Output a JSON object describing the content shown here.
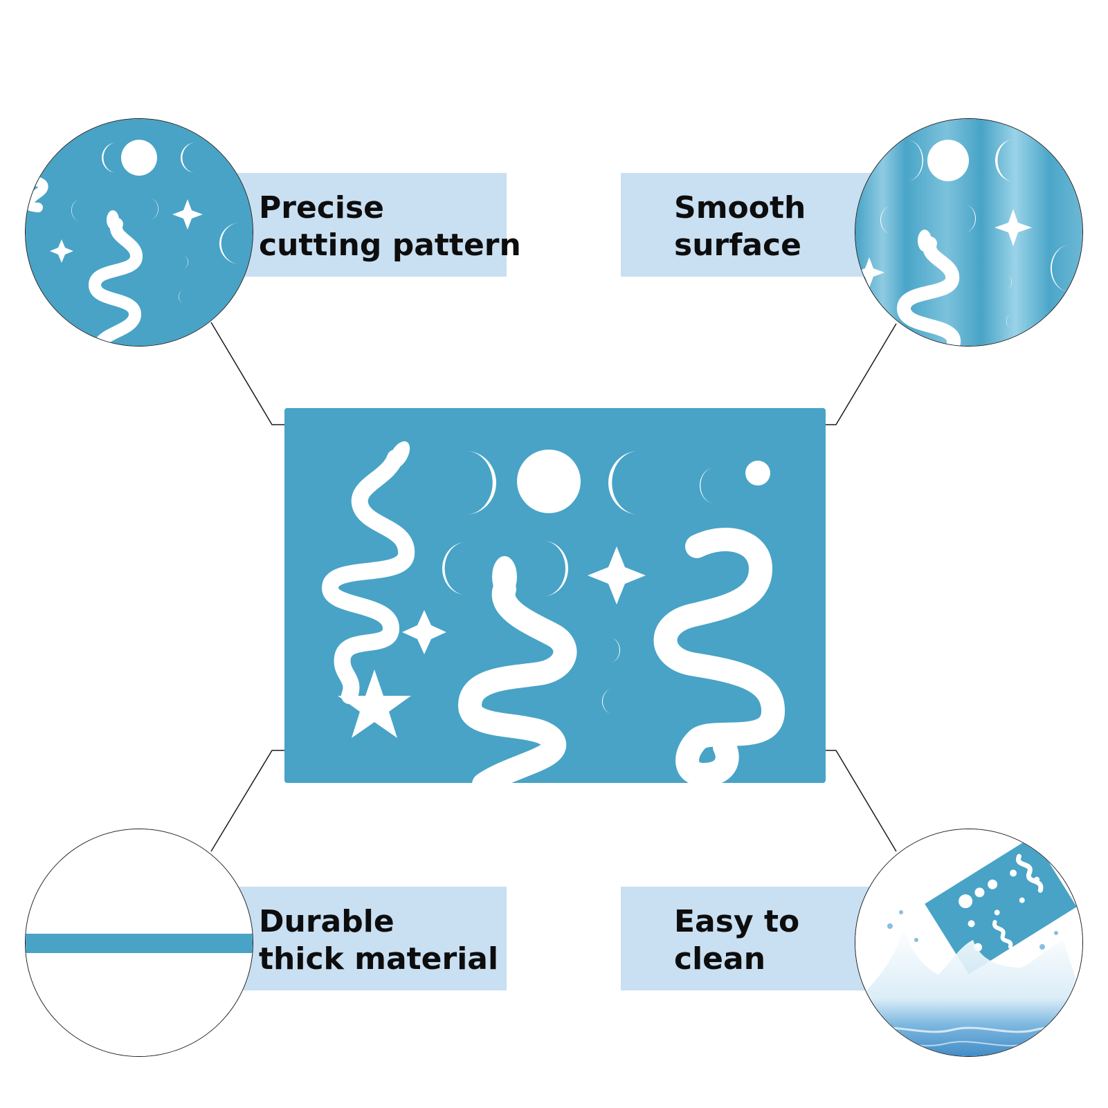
{
  "features": {
    "top_left": {
      "line1": "Precise",
      "line2": "cutting pattern"
    },
    "top_right": {
      "line1": "Smooth",
      "line2": "surface"
    },
    "bottom_left": {
      "line1": "Durable",
      "line2": "thick material"
    },
    "bottom_right": {
      "line1": "Easy to",
      "line2": "clean"
    }
  },
  "colors": {
    "stencil_blue": "#48a3c6",
    "label_background": "#c9dff2",
    "cutout": "#ffffff",
    "connector": "#1a1a1a"
  },
  "icons": {
    "stencil": "snake-moon-star-stencil",
    "detail_pattern": "stencil-pattern-closeup",
    "surface": "glossy-stencil-surface",
    "thickness": "stencil-thickness-edge",
    "clean": "water-splash"
  }
}
